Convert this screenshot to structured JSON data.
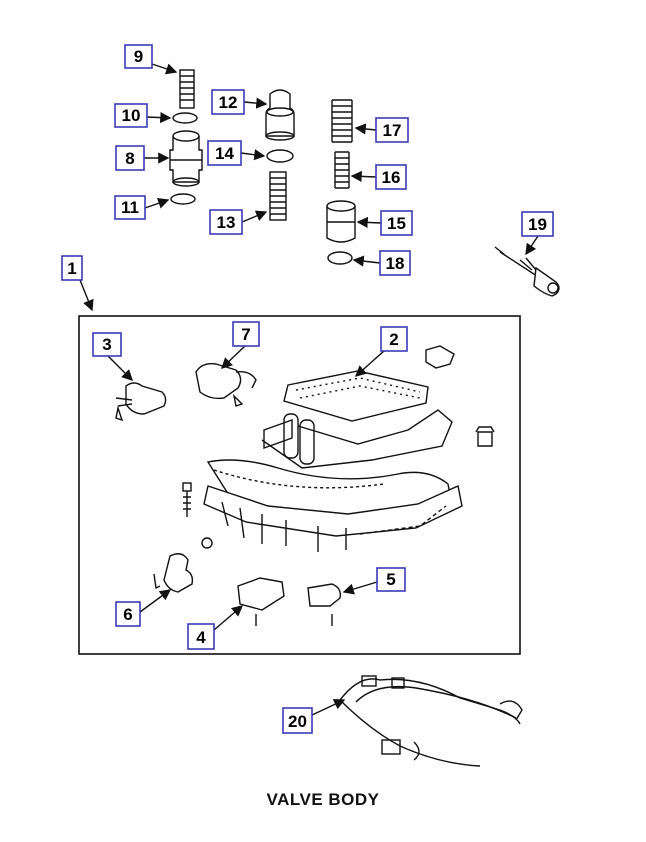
{
  "title": "VALVE BODY",
  "callouts": [
    "1",
    "2",
    "3",
    "4",
    "5",
    "6",
    "7",
    "8",
    "9",
    "10",
    "11",
    "12",
    "13",
    "14",
    "15",
    "16",
    "17",
    "18",
    "19",
    "20"
  ],
  "colors": {
    "label_box": "#3a3ab8",
    "line": "#111111"
  }
}
